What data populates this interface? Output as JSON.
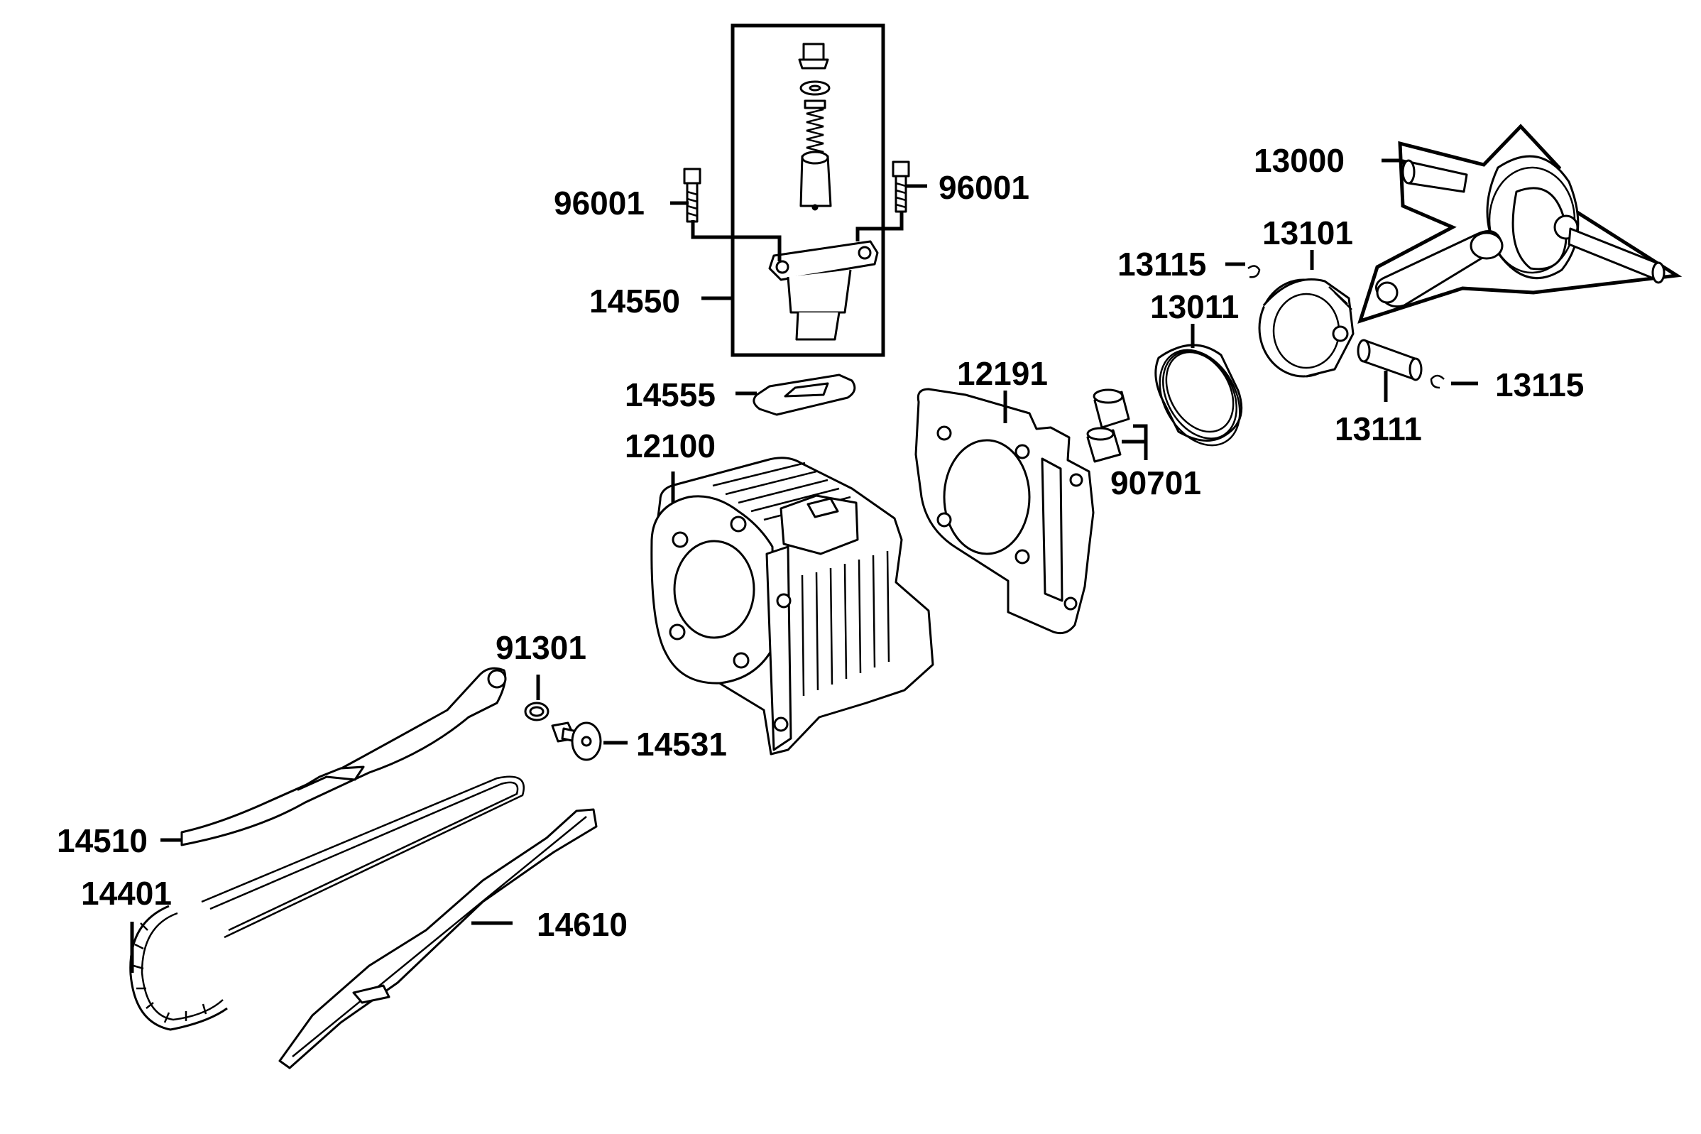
{
  "callouts": {
    "c13000": "13000",
    "c96001a": "96001",
    "c96001b": "96001",
    "c13101": "13101",
    "c13115a": "13115",
    "c13011": "13011",
    "c14550": "14550",
    "c13115b": "13115",
    "c14555": "14555",
    "c12191": "12191",
    "c13111": "13111",
    "c12100": "12100",
    "c90701": "90701",
    "c91301": "91301",
    "c14531": "14531",
    "c14510": "14510",
    "c14401": "14401",
    "c14610": "14610"
  }
}
